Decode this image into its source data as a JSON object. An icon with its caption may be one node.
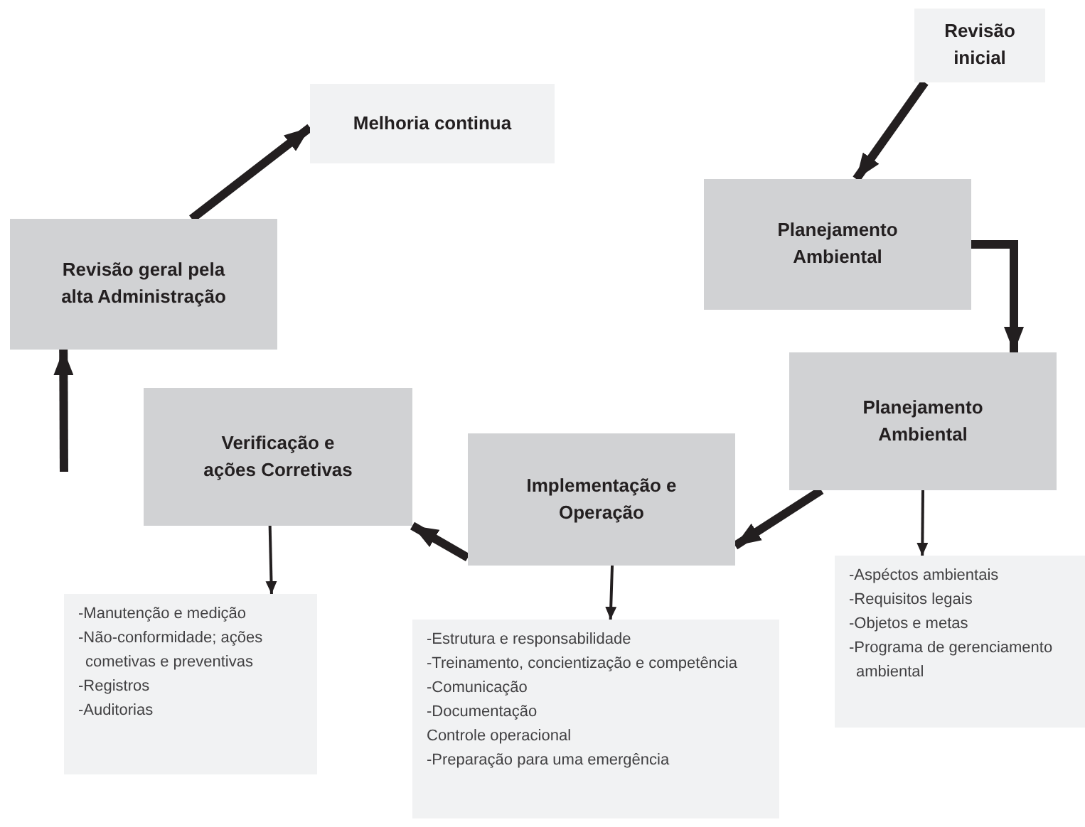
{
  "diagram": {
    "nodes": [
      {
        "text": [
          "Revisão inicial"
        ]
      },
      {
        "text": [
          "Melhoria continua"
        ]
      },
      {
        "text": [
          "Planejamento Ambiental"
        ]
      },
      {
        "text": [
          "Revisão geral pela alta Administração"
        ]
      },
      {
        "text": [
          "Planejamento Ambiental"
        ]
      },
      {
        "text": [
          "Verificação e ações Corretivas"
        ]
      },
      {
        "text": [
          "Implementação e Operação"
        ]
      },
      {
        "text": [
          "-Manutenção e medição",
          "-Não-conformidade; ações cometivas e preventivas",
          "-Registros",
          "-Auditorias"
        ]
      },
      {
        "text": [
          "-Estrutura e responsabilidade",
          "-Treinamento, concientização e competência",
          "-Comunicação",
          "-Documentação",
          "Controle operacional",
          "-Preparação para uma emergência"
        ]
      },
      {
        "text": [
          "-Aspéctos ambientais",
          "-Requisitos legais",
          "-Objetos e metas",
          "-Programa de gerenciamento ambiental"
        ]
      }
    ],
    "edges": [
      {
        "from": 0,
        "to": 2,
        "arrow": "to"
      },
      {
        "from": 2,
        "to": 4,
        "arrow": "to"
      },
      {
        "from": 4,
        "to": 9,
        "arrow": "to"
      },
      {
        "from": 4,
        "to": 6,
        "arrow": "to"
      },
      {
        "from": 6,
        "to": 8,
        "arrow": "to"
      },
      {
        "from": 6,
        "to": 5,
        "arrow": "to"
      },
      {
        "from": 5,
        "to": 7,
        "arrow": "to"
      },
      {
        "from": null,
        "to": 3,
        "arrow": "to"
      },
      {
        "from": 3,
        "to": 1,
        "arrow": "to"
      }
    ]
  }
}
